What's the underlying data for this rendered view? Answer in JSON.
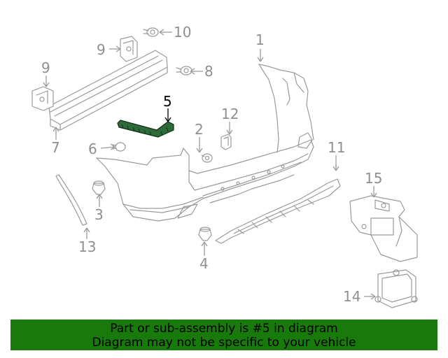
{
  "diagram": {
    "callouts": [
      "1",
      "2",
      "3",
      "4",
      "5",
      "6",
      "7",
      "8",
      "9",
      "9",
      "10",
      "11",
      "12",
      "13",
      "14",
      "15"
    ],
    "highlighted_part": "5",
    "colors": {
      "highlight": "#2f6b3a",
      "banner": "#187a0b",
      "line": "#9a9a9a"
    }
  },
  "banner": {
    "line1": "Part or sub-assembly is #5 in diagram",
    "line2": "Diagram may not be specific to your vehicle"
  }
}
